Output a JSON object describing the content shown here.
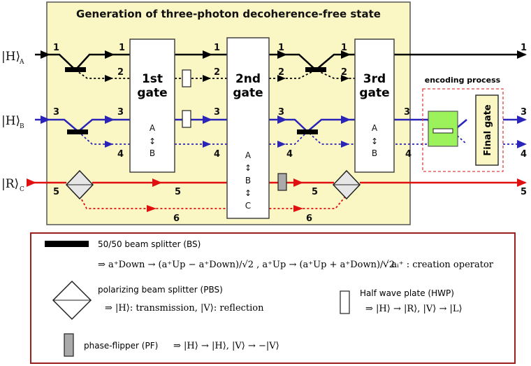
{
  "title": "Generation of three-photon decoherence-free state",
  "inputs": {
    "a": "|H⟩",
    "a_sub": "A",
    "b": "|H⟩",
    "b_sub": "B",
    "c": "|R⟩",
    "c_sub": "C"
  },
  "gates": {
    "g1": {
      "line1": "1st",
      "line2": "gate",
      "label": "A ↕ B"
    },
    "g2": {
      "line1": "2nd",
      "line2": "gate",
      "label": "A ↕ B ↕ C"
    },
    "g3": {
      "line1": "3rd",
      "line2": "gate",
      "label": "A ↕ B"
    },
    "final": "Final gate"
  },
  "encoding_label": "encoding process",
  "mode_labels": {
    "m1": "1",
    "m2": "2",
    "m3": "3",
    "m4": "4",
    "m5": "5",
    "m6": "6"
  },
  "colors": {
    "mode_a": "#000000",
    "mode_b": "#2a24b8",
    "mode_c": "#e01010",
    "panel": "#fbf7c4",
    "encoding": "#9cf25a"
  },
  "legend": {
    "bs_label": "50/50 beam splitter (BS)",
    "bs_formula": "⇒ a⁺Down → (a⁺Up − a⁺Down)/√2 ,  a⁺Up → (a⁺Up + a⁺Down)/√2",
    "creation": "∵ aᵢ⁺ : creation operator",
    "pbs_label": "polarizing beam splitter (PBS)",
    "pbs_formula": "⇒ |H⟩: transmission, |V⟩: reflection",
    "hwp_label": "Half wave plate (HWP)",
    "hwp_formula": "⇒ |H⟩ → |R⟩, |V⟩ → |L⟩",
    "pf_label": "phase-flipper (PF)",
    "pf_formula": "⇒ |H⟩ → |H⟩, |V⟩ → −|V⟩"
  }
}
